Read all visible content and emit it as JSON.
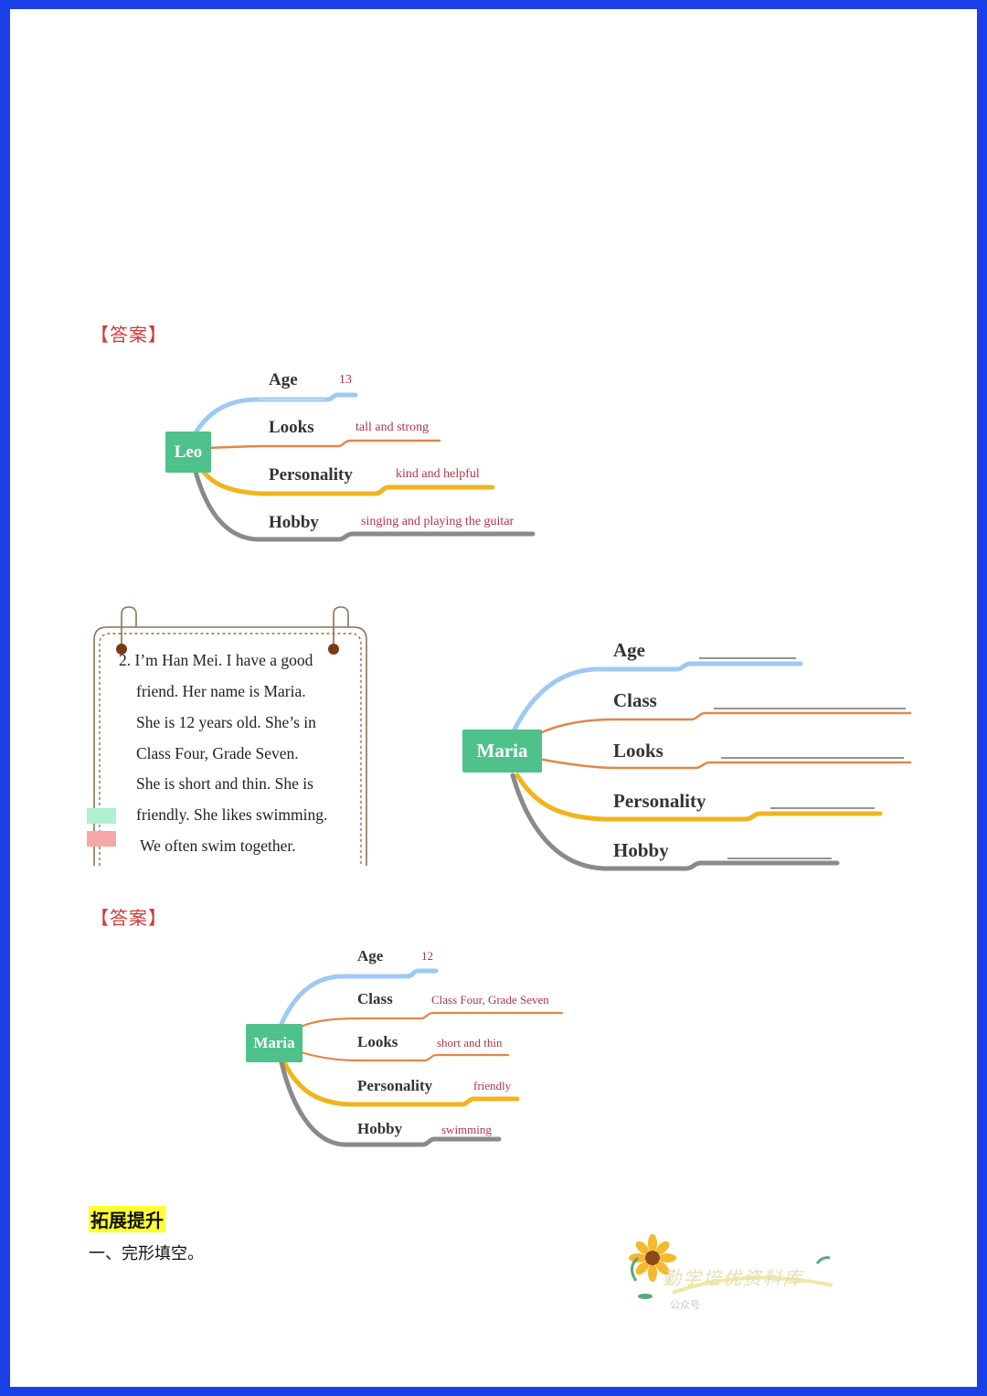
{
  "answer_heading_1": "【答案】",
  "answer_heading_2": "【答案】",
  "map_leo": {
    "center": "Leo",
    "branches": [
      {
        "label": "Age",
        "answer": "13"
      },
      {
        "label": "Looks",
        "answer": "tall and strong"
      },
      {
        "label": "Personality",
        "answer": "kind and helpful"
      },
      {
        "label": "Hobby",
        "answer": "singing and playing the guitar"
      }
    ]
  },
  "passage": {
    "lines": [
      "2. I’m Han Mei. I have a good",
      "friend. Her name is Maria.",
      "She is 12 years old. She’s in",
      "Class Four, Grade Seven.",
      "She is short and thin. She is",
      "friendly. She likes swimming.",
      "We often swim together."
    ]
  },
  "map_maria_blank": {
    "center": "Maria",
    "branches": [
      {
        "label": "Age"
      },
      {
        "label": "Class"
      },
      {
        "label": "Looks"
      },
      {
        "label": "Personality"
      },
      {
        "label": "Hobby"
      }
    ]
  },
  "map_maria_answer": {
    "center": "Maria",
    "branches": [
      {
        "label": "Age",
        "answer": "12"
      },
      {
        "label": "Class",
        "answer": "Class Four, Grade Seven"
      },
      {
        "label": "Looks",
        "answer": "short and thin"
      },
      {
        "label": "Personality",
        "answer": "friendly"
      },
      {
        "label": "Hobby",
        "answer": "swimming"
      }
    ]
  },
  "section": {
    "title": "拓展提升",
    "subtitle": "一、完形填空。"
  },
  "watermark": {
    "text": "勤学培优资料库",
    "sub": "公众号"
  },
  "colors": {
    "border": "#1a3fe8",
    "node": "#4fc18a",
    "answer_text": "#b3344b",
    "branch_blue": "#9ccaf2",
    "branch_orange": "#e0874a",
    "branch_yellow": "#f2b41c",
    "branch_gray": "#8a8a8a"
  }
}
